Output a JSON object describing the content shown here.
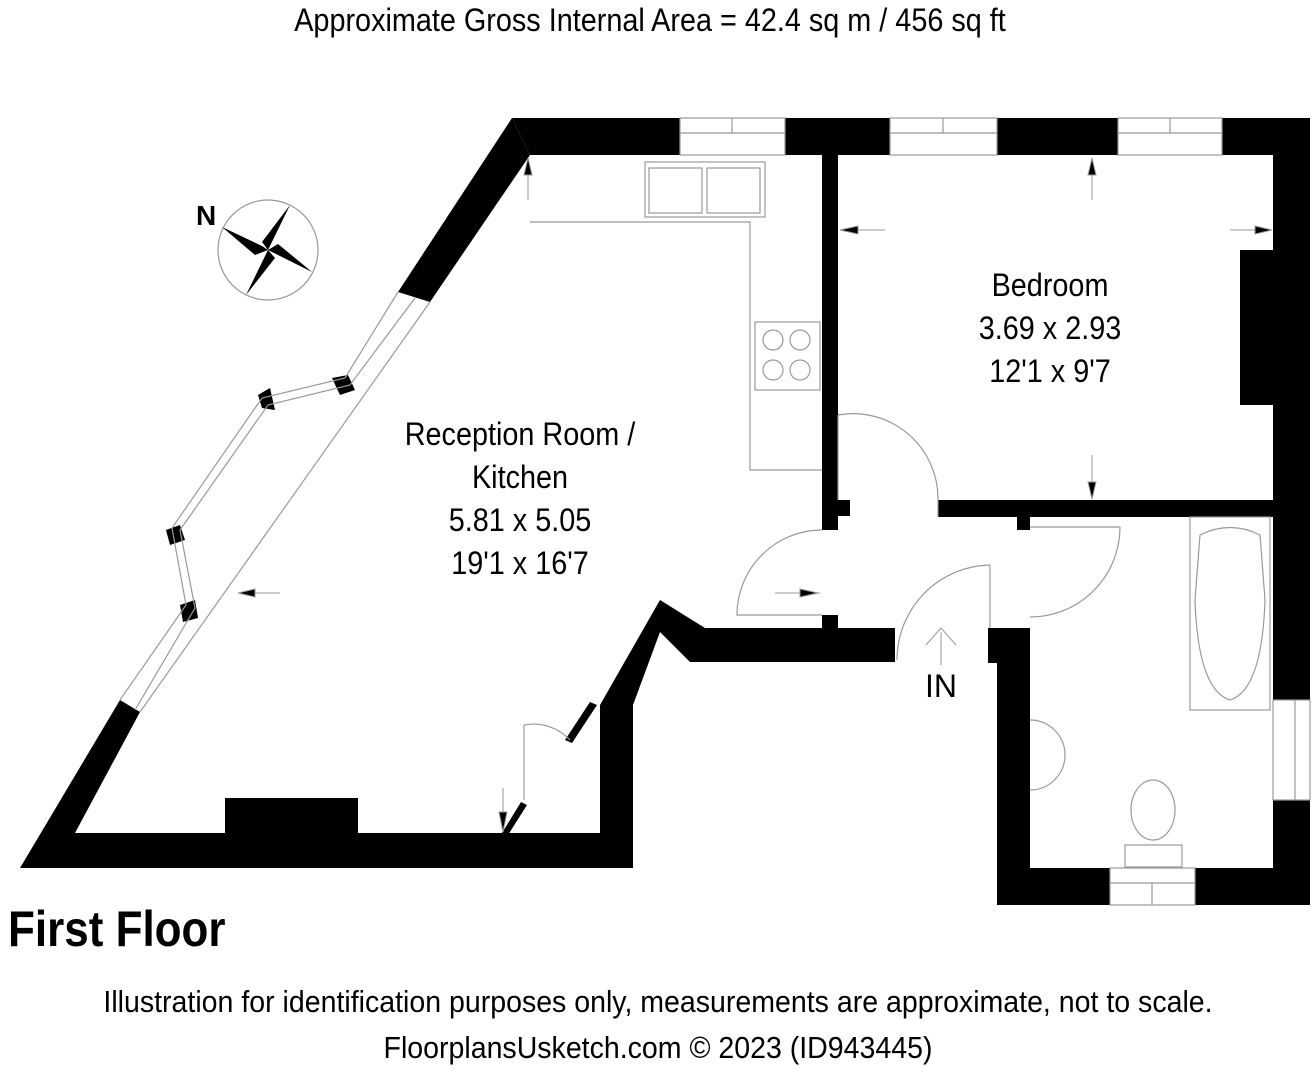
{
  "header": {
    "area": "Approximate Gross Internal Area = 42.4 sq m / 456 sq ft"
  },
  "rooms": [
    {
      "name": "Reception Room /",
      "name2": "Kitchen",
      "metric": "5.81 x 5.05",
      "imperial": "19'1 x 16'7"
    },
    {
      "name": "Bedroom",
      "metric": "3.69 x 2.93",
      "imperial": "12'1 x 9'7"
    }
  ],
  "entrance": "IN",
  "compass": {
    "label": "N"
  },
  "floor_label": "First Floor",
  "footer": {
    "disclaimer": "Illustration for identification purposes only, measurements are approximate, not to scale.",
    "copyright": "FloorplansUsketch.com © 2023 (ID943445)"
  },
  "colors": {
    "wall": "#000000",
    "line": "#999999"
  }
}
